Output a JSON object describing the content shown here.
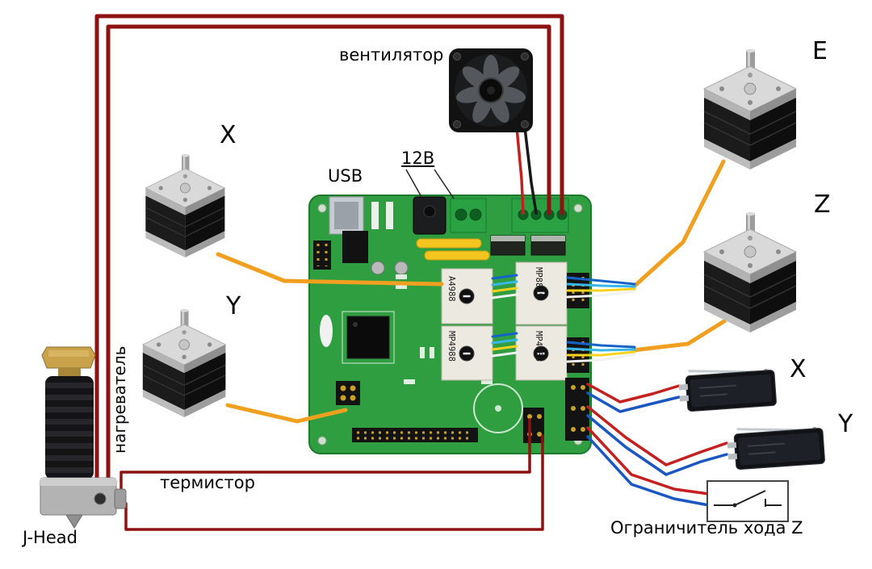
{
  "labels": {
    "fan": "вентилятор",
    "usb": "USB",
    "power_12v": "12В",
    "motor_x": "X",
    "motor_y": "Y",
    "motor_e": "E",
    "motor_z": "Z",
    "heater": "нагреватель",
    "thermistor": "термистор",
    "jhead": "J-Head",
    "endstop_x": "X",
    "endstop_y": "Y",
    "z_travel_limit": "Ограничитель хода Z"
  },
  "board": {
    "driver_modules": [
      {
        "label": "A4988"
      },
      {
        "label": "MP8825"
      },
      {
        "label": "MP4988"
      },
      {
        "label": "MP4988"
      }
    ]
  },
  "colors": {
    "board_green": "#2f9e41",
    "power_wire": "#8f1212",
    "motor_wire": "#f0a01e",
    "endstop_red": "#c3201f",
    "endstop_blue": "#1a57c2",
    "fan_wire_black": "#181818",
    "ribbon_wires": [
      "#1663c7",
      "#37b6e8",
      "#f7d21e",
      "#f2f2f2"
    ]
  }
}
